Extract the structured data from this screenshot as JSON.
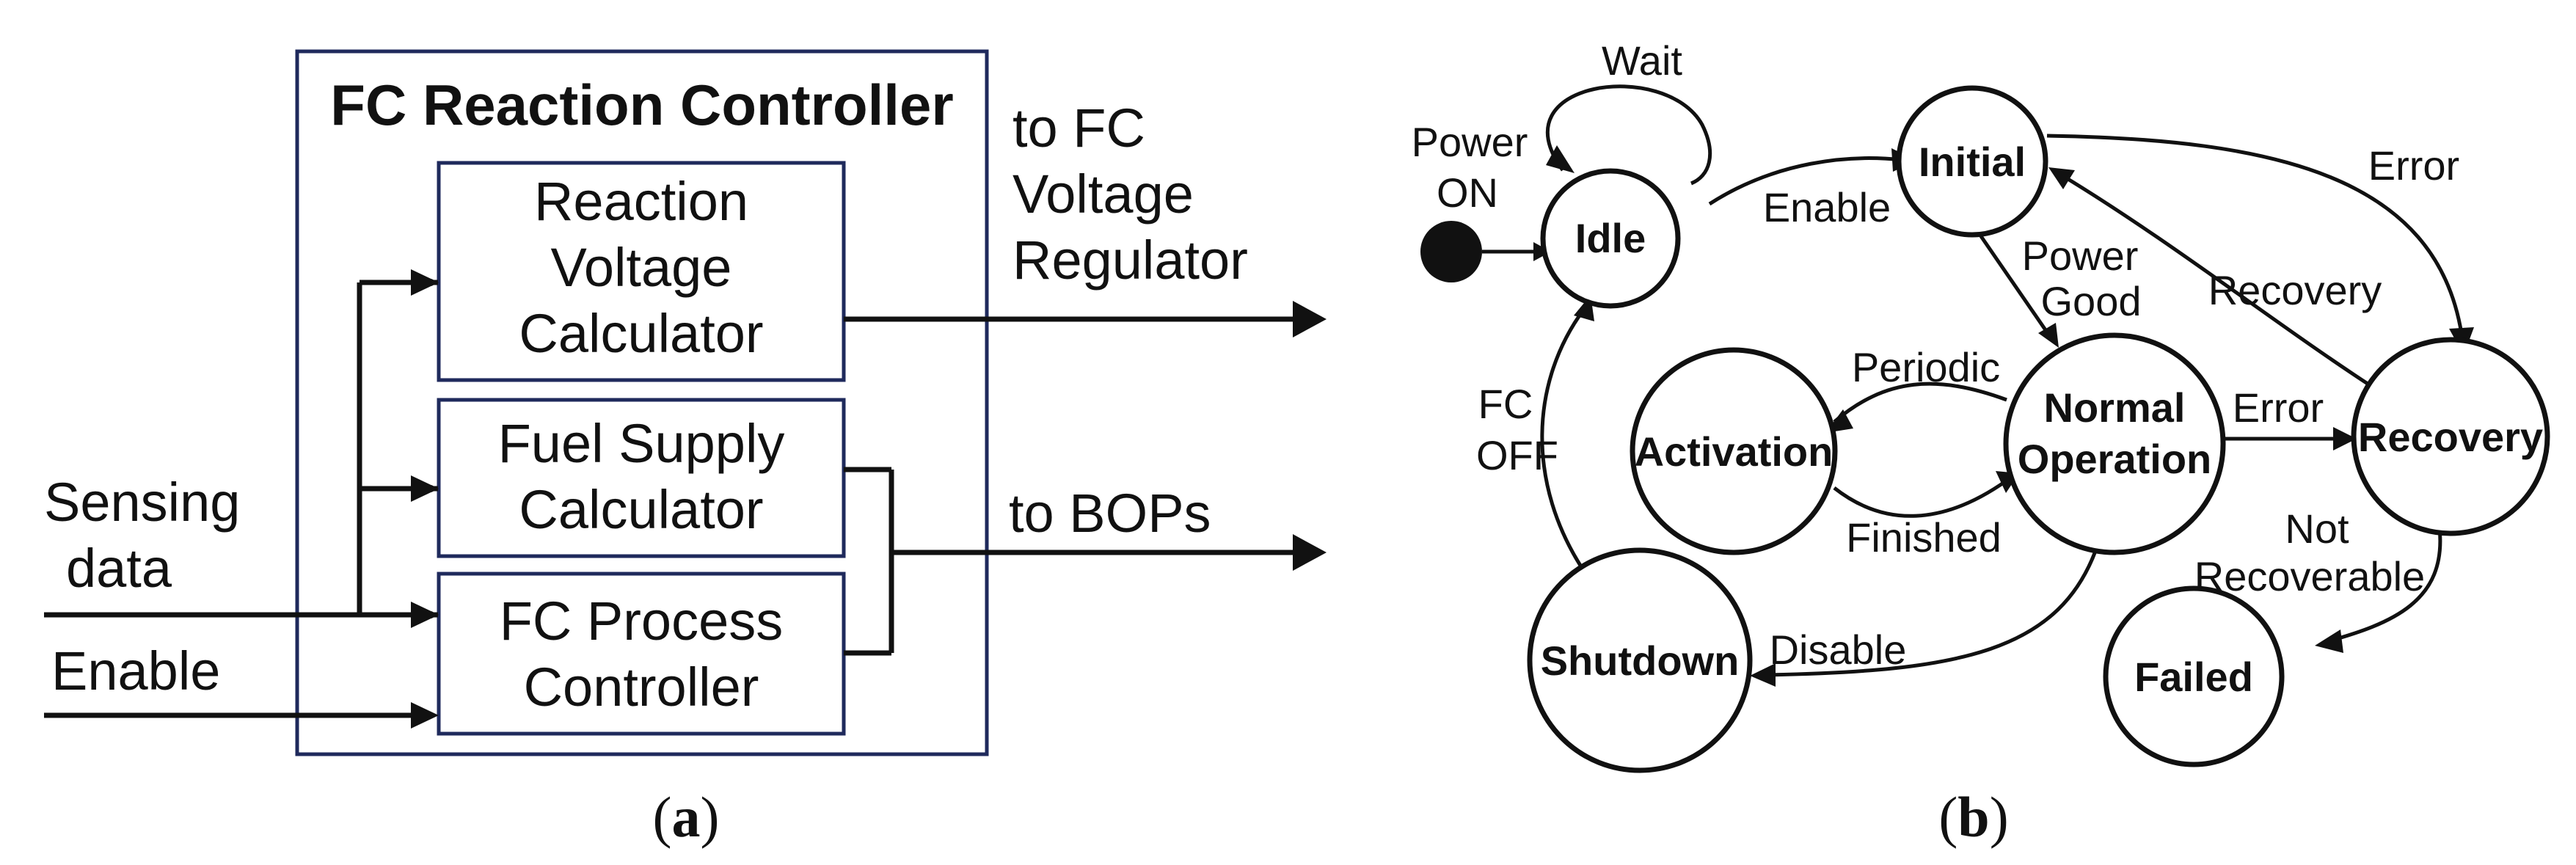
{
  "panel_a": {
    "title": "FC Reaction Controller",
    "blocks": [
      {
        "id": "rvc",
        "lines": [
          "Reaction",
          "Voltage",
          "Calculator"
        ]
      },
      {
        "id": "fsc",
        "lines": [
          "Fuel Supply",
          "Calculator"
        ]
      },
      {
        "id": "fcp",
        "lines": [
          "FC Process",
          "Controller"
        ]
      }
    ],
    "inputs": {
      "sensing_lines": [
        "Sensing",
        "data"
      ],
      "enable": "Enable"
    },
    "outputs": {
      "regulator_lines": [
        "to FC",
        "Voltage",
        "Regulator"
      ],
      "bops": "to BOPs"
    },
    "caption_letter": "a"
  },
  "panel_b": {
    "states": [
      {
        "id": "idle",
        "lines": [
          "Idle"
        ]
      },
      {
        "id": "initial",
        "lines": [
          "Initial"
        ]
      },
      {
        "id": "normal",
        "lines": [
          "Normal",
          "Operation"
        ]
      },
      {
        "id": "activation",
        "lines": [
          "Activation"
        ]
      },
      {
        "id": "recovery",
        "lines": [
          "Recovery"
        ]
      },
      {
        "id": "shutdown",
        "lines": [
          "Shutdown"
        ]
      },
      {
        "id": "failed",
        "lines": [
          "Failed"
        ]
      }
    ],
    "start_label_lines": [
      "Power",
      "ON"
    ],
    "transitions": [
      {
        "id": "wait",
        "lines": [
          "Wait"
        ]
      },
      {
        "id": "enable",
        "lines": [
          "Enable"
        ]
      },
      {
        "id": "power_good",
        "lines": [
          "Power",
          "Good"
        ]
      },
      {
        "id": "error_initial",
        "lines": [
          "Error"
        ]
      },
      {
        "id": "recovery_back",
        "lines": [
          "Recovery"
        ]
      },
      {
        "id": "periodic",
        "lines": [
          "Periodic"
        ]
      },
      {
        "id": "finished",
        "lines": [
          "Finished"
        ]
      },
      {
        "id": "error_normal",
        "lines": [
          "Error"
        ]
      },
      {
        "id": "not_recoverable",
        "lines": [
          "Not",
          "Recoverable"
        ]
      },
      {
        "id": "disable",
        "lines": [
          "Disable"
        ]
      },
      {
        "id": "fc_off",
        "lines": [
          "FC",
          "OFF"
        ]
      }
    ],
    "caption_letter": "b"
  },
  "colors": {
    "frame": "#1f2a5c",
    "ink": "#111111",
    "background": "#ffffff"
  }
}
